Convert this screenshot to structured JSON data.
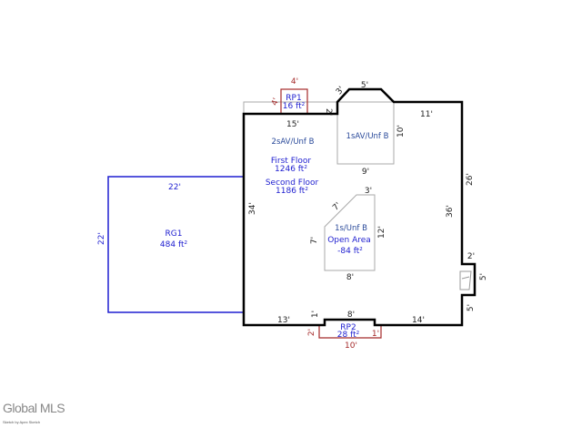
{
  "colors": {
    "walls": "#000000",
    "garage": "#1f1fd0",
    "porch": "#a52a2a",
    "interior": "#aaaaaa"
  },
  "rooms": {
    "rp1": {
      "name": "RP1",
      "area": "16 ft²",
      "top": "4'",
      "side": "4'"
    },
    "main": {
      "label": "2sAV/Unf B",
      "first_floor": "First Floor",
      "first_area": "1246 ft²",
      "second_floor": "Second Floor",
      "second_area": "1186 ft²"
    },
    "bay": {
      "label": "1sAV/Unf B"
    },
    "open": {
      "label": "1s/Unf B",
      "name": "Open Area",
      "area": "-84 ft²"
    },
    "rg1": {
      "name": "RG1",
      "area": "484 ft²",
      "top": "22'",
      "side": "22'"
    },
    "rp2": {
      "name": "RP2",
      "area": "28 ft²",
      "bottom": "10'",
      "left": "2'",
      "right": "1'"
    }
  },
  "dims": {
    "d15": "15'",
    "d2a": "2'",
    "d3a": "3'",
    "d5a": "5'",
    "d11": "11'",
    "d10": "10'",
    "d9": "9'",
    "d26": "26'",
    "d36": "36'",
    "d34": "34'",
    "d3b": "3'",
    "d7a": "7'",
    "d7b": "7'",
    "d12": "12'",
    "d8a": "8'",
    "d2b": "2'",
    "d5b": "5'",
    "d5c": "5'",
    "d13": "13'",
    "d1": "1'",
    "d8b": "8'",
    "d14": "14'"
  },
  "footer": {
    "logo": "Global MLS",
    "credit": "Sketch by Apex Sketch"
  }
}
